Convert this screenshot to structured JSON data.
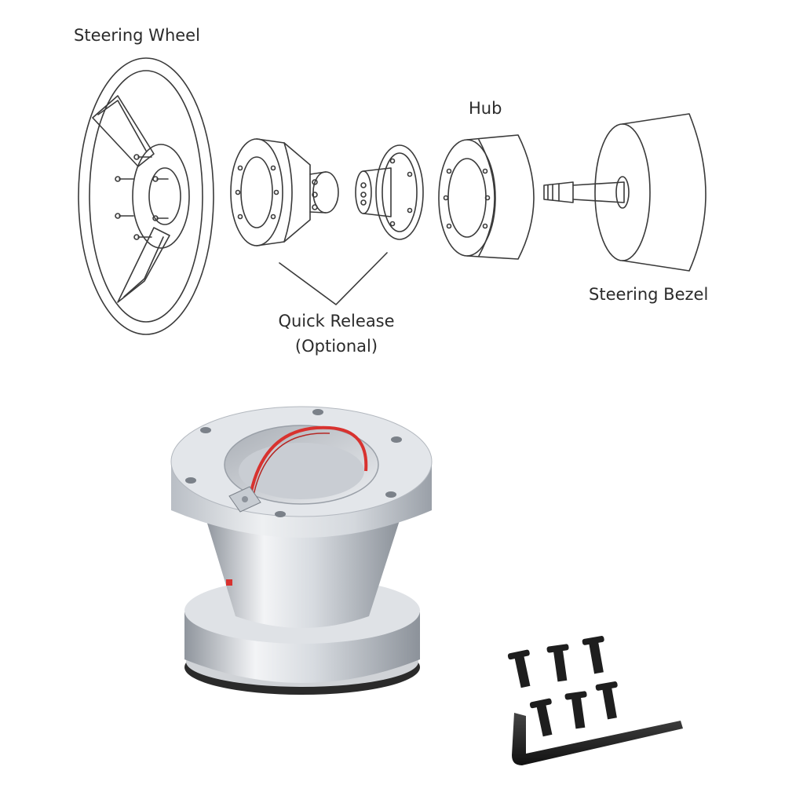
{
  "labels": {
    "steering_wheel": "Steering Wheel",
    "hub": "Hub",
    "steering_bezel": "Steering Bezel",
    "quick_release_line1": "Quick Release",
    "quick_release_line2": "(Optional)"
  },
  "colors": {
    "line_art": "#3a3a3a",
    "metal_light": "#e9ebee",
    "metal_mid": "#c7ccd2",
    "metal_dark": "#8c929a",
    "wire_red": "#d8322f",
    "screw_black": "#1e1e1e"
  },
  "icons": [
    "hub-adapter-photo",
    "screw-icon",
    "hex-key-icon"
  ]
}
